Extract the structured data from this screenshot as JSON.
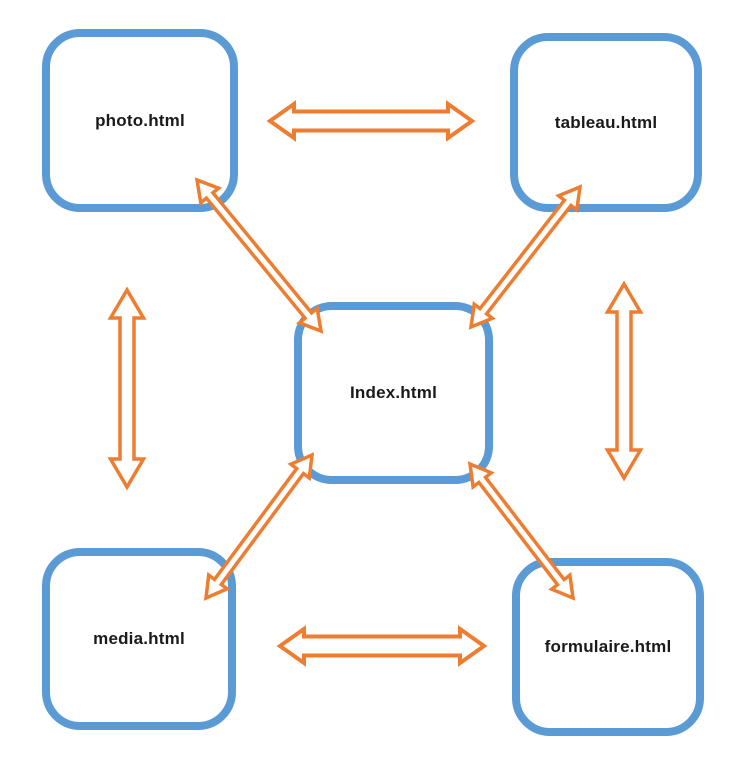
{
  "diagram": {
    "nodes": [
      {
        "id": "photo",
        "label": "photo.html"
      },
      {
        "id": "tableau",
        "label": "tableau.html"
      },
      {
        "id": "index",
        "label": "Index.html"
      },
      {
        "id": "media",
        "label": "media.html"
      },
      {
        "id": "formulaire",
        "label": "formulaire.html"
      }
    ],
    "edges": [
      {
        "from": "photo",
        "to": "tableau",
        "bidirectional": true,
        "style": "horizontal"
      },
      {
        "from": "media",
        "to": "formulaire",
        "bidirectional": true,
        "style": "horizontal"
      },
      {
        "from": "photo",
        "to": "media",
        "bidirectional": true,
        "style": "vertical"
      },
      {
        "from": "tableau",
        "to": "formulaire",
        "bidirectional": true,
        "style": "vertical"
      },
      {
        "from": "photo",
        "to": "index",
        "bidirectional": true,
        "style": "diagonal"
      },
      {
        "from": "tableau",
        "to": "index",
        "bidirectional": true,
        "style": "diagonal"
      },
      {
        "from": "index",
        "to": "media",
        "bidirectional": true,
        "style": "diagonal"
      },
      {
        "from": "index",
        "to": "formulaire",
        "bidirectional": true,
        "style": "diagonal"
      }
    ],
    "colors": {
      "node_border": "#5b9bd5",
      "node_fill": "#ffffff",
      "arrow_stroke": "#ed7d31",
      "arrow_fill": "#ffffff",
      "label": "#1a1a1a",
      "background": "#ffffff"
    }
  }
}
